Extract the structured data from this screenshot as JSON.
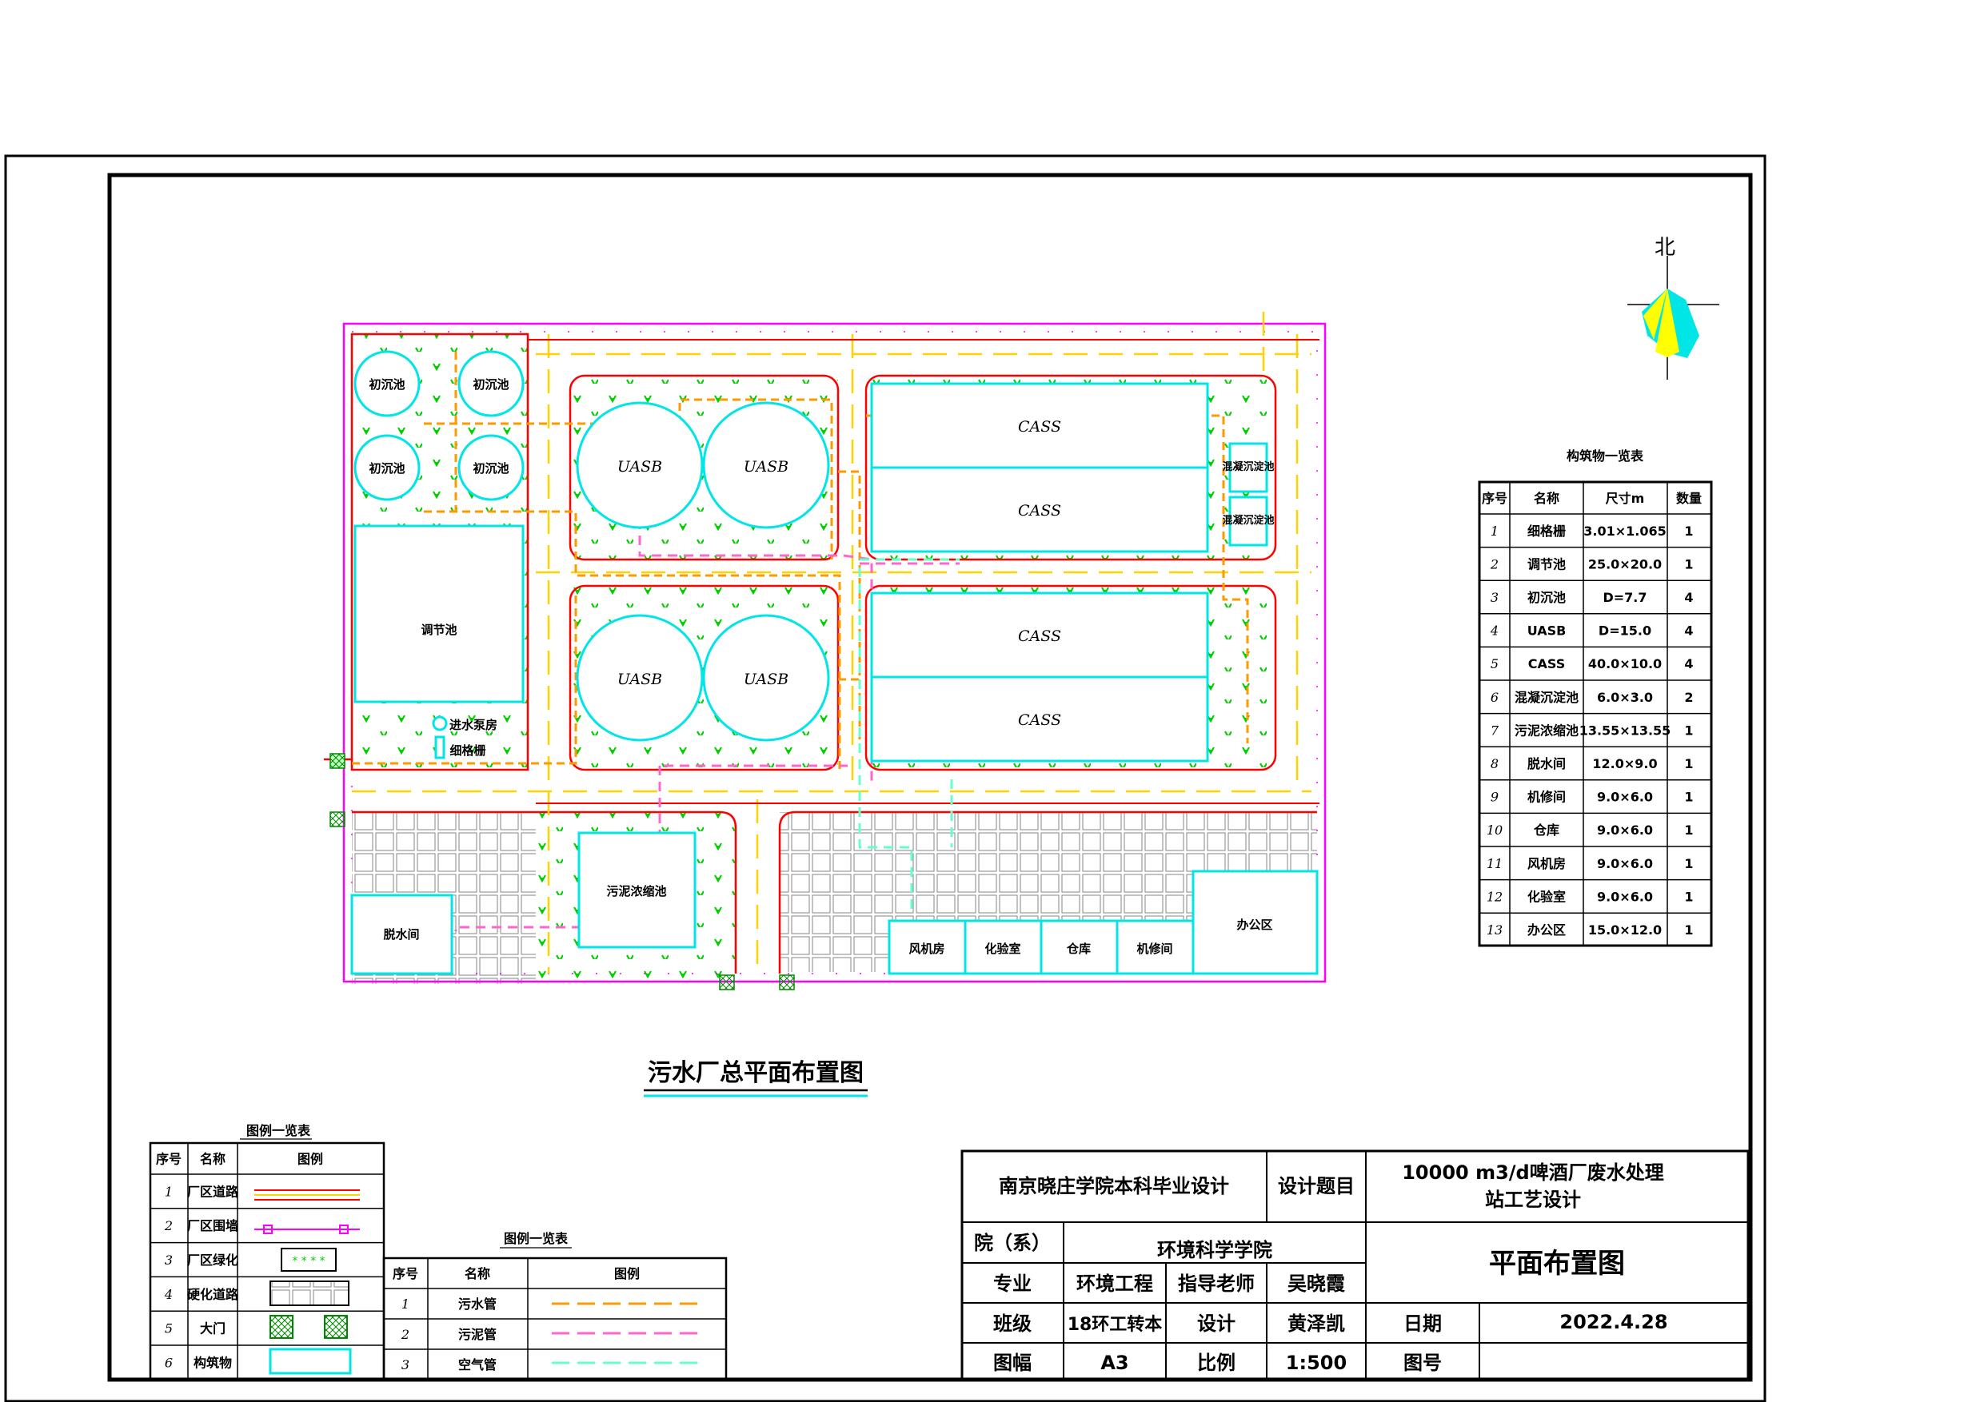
{
  "drawing_title": "污水厂总平面布置图",
  "north_label": "北",
  "units": {
    "chuchen": "初沉池",
    "uasb": "UASB",
    "cass": "CASS",
    "tiaojie": "调节池",
    "jinshui": "进水泵房",
    "geshan": "细格栅",
    "hunning": "混凝沉淀池",
    "wuni": "污泥浓缩池",
    "tuoshui": "脱水间",
    "fengji": "风机房",
    "huayan": "化验室",
    "cangku": "仓库",
    "jixiu": "机修间",
    "bangong": "办公区"
  },
  "structures_table": {
    "title": "构筑物一览表",
    "headers": [
      "序号",
      "名称",
      "尺寸m",
      "数量"
    ],
    "rows": [
      [
        "1",
        "细格栅",
        "3.01×1.065",
        "1"
      ],
      [
        "2",
        "调节池",
        "25.0×20.0",
        "1"
      ],
      [
        "3",
        "初沉池",
        "D=7.7",
        "4"
      ],
      [
        "4",
        "UASB",
        "D=15.0",
        "4"
      ],
      [
        "5",
        "CASS",
        "40.0×10.0",
        "4"
      ],
      [
        "6",
        "混凝沉淀池",
        "6.0×3.0",
        "2"
      ],
      [
        "7",
        "污泥浓缩池",
        "13.55×13.55",
        "1"
      ],
      [
        "8",
        "脱水间",
        "12.0×9.0",
        "1"
      ],
      [
        "9",
        "机修间",
        "9.0×6.0",
        "1"
      ],
      [
        "10",
        "仓库",
        "9.0×6.0",
        "1"
      ],
      [
        "11",
        "风机房",
        "9.0×6.0",
        "1"
      ],
      [
        "12",
        "化验室",
        "9.0×6.0",
        "1"
      ],
      [
        "13",
        "办公区",
        "15.0×12.0",
        "1"
      ]
    ]
  },
  "legend1": {
    "title": "图例一览表",
    "headers": [
      "序号",
      "名称",
      "图例"
    ],
    "rows": [
      [
        "1",
        "厂区道路"
      ],
      [
        "2",
        "厂区围墙"
      ],
      [
        "3",
        "厂区绿化"
      ],
      [
        "4",
        "硬化道路"
      ],
      [
        "5",
        "大门"
      ],
      [
        "6",
        "构筑物"
      ]
    ]
  },
  "legend2": {
    "title": "图例一览表",
    "headers": [
      "序号",
      "名称",
      "图例"
    ],
    "rows": [
      [
        "1",
        "污水管"
      ],
      [
        "2",
        "污泥管"
      ],
      [
        "3",
        "空气管"
      ]
    ]
  },
  "title_block": {
    "school": "南京晓庄学院本科毕业设计",
    "topic_label": "设计题目",
    "topic_line1": "10000 m3/d啤酒厂废水处理",
    "topic_line2": "站工艺设计",
    "dept_label": "院（系）",
    "dept": "环境科学学院",
    "major_label": "专业",
    "major": "环境工程",
    "advisor_label": "指导老师",
    "advisor": "吴晓霞",
    "class_label": "班级",
    "class": "18环工转本",
    "design_label": "设计",
    "designer": "黄泽凯",
    "date_label": "日期",
    "date": "2022.4.28",
    "size_label": "图幅",
    "size": "A3",
    "scale_label": "比例",
    "scale": "1:500",
    "drawing_no_label": "图号",
    "drawing_name": "平面布置图"
  },
  "colors": {
    "road": "#ff0000",
    "road_center": "#ffd200",
    "wall": "#ff00ff",
    "structure": "#00e5e5",
    "green_plant": "#00d000",
    "sewage_pipe": "#ff9900",
    "sludge_pipe": "#ff66cc",
    "air_pipe": "#66ffcc",
    "paving": "#9a9a9a"
  }
}
